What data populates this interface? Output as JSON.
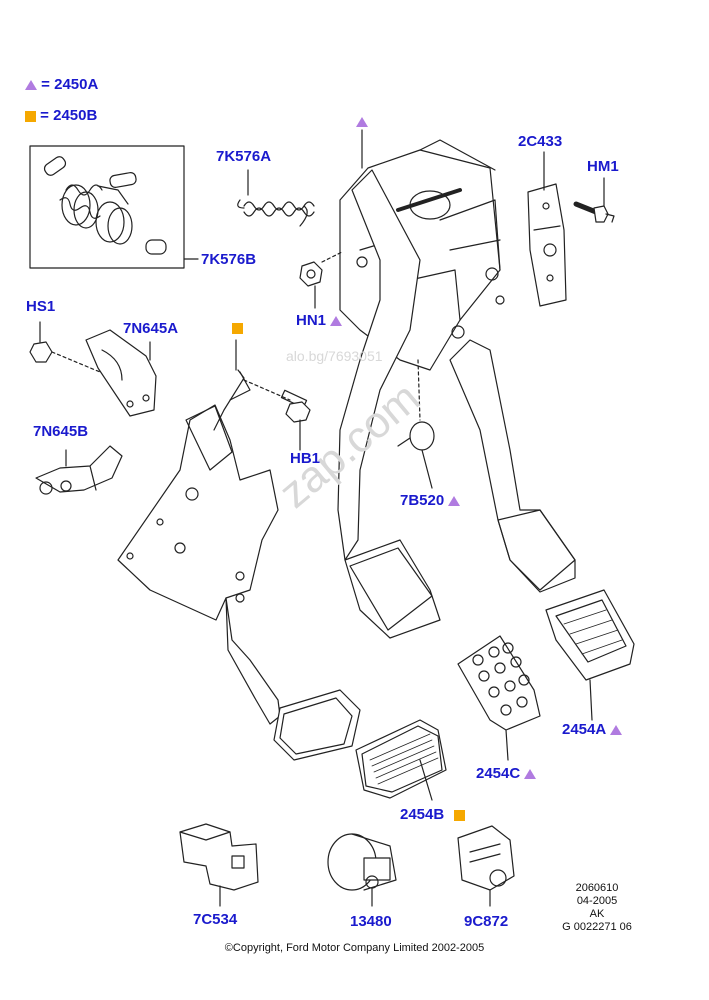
{
  "legend": [
    {
      "marker": "triangle",
      "marker_color": "#b07be0",
      "text": "= 2450A"
    },
    {
      "marker": "square",
      "marker_color": "#f5a800",
      "text": "= 2450B"
    }
  ],
  "labels": {
    "7K576A": "7K576A",
    "7K576B": "7K576B",
    "2C433": "2C433",
    "HM1": "HM1",
    "HN1": "HN1",
    "HS1": "HS1",
    "7N645A": "7N645A",
    "7N645B": "7N645B",
    "HB1": "HB1",
    "7B520": "7B520",
    "2454A": "2454A",
    "2454B": "2454B",
    "2454C": "2454C",
    "7C534": "7C534",
    "13480": "13480",
    "9C872": "9C872"
  },
  "watermarks": {
    "top": "alo.bg/7693051",
    "diagonal": "zap.com"
  },
  "info_block": [
    "2060610",
    "04-2005",
    "AK",
    "G 0022271 06"
  ],
  "copyright": "©Copyright, Ford Motor Company Limited 2002-2005",
  "colors": {
    "label": "#1a1acd",
    "triangle": "#b07be0",
    "square": "#f5a800",
    "line": "#222222"
  }
}
